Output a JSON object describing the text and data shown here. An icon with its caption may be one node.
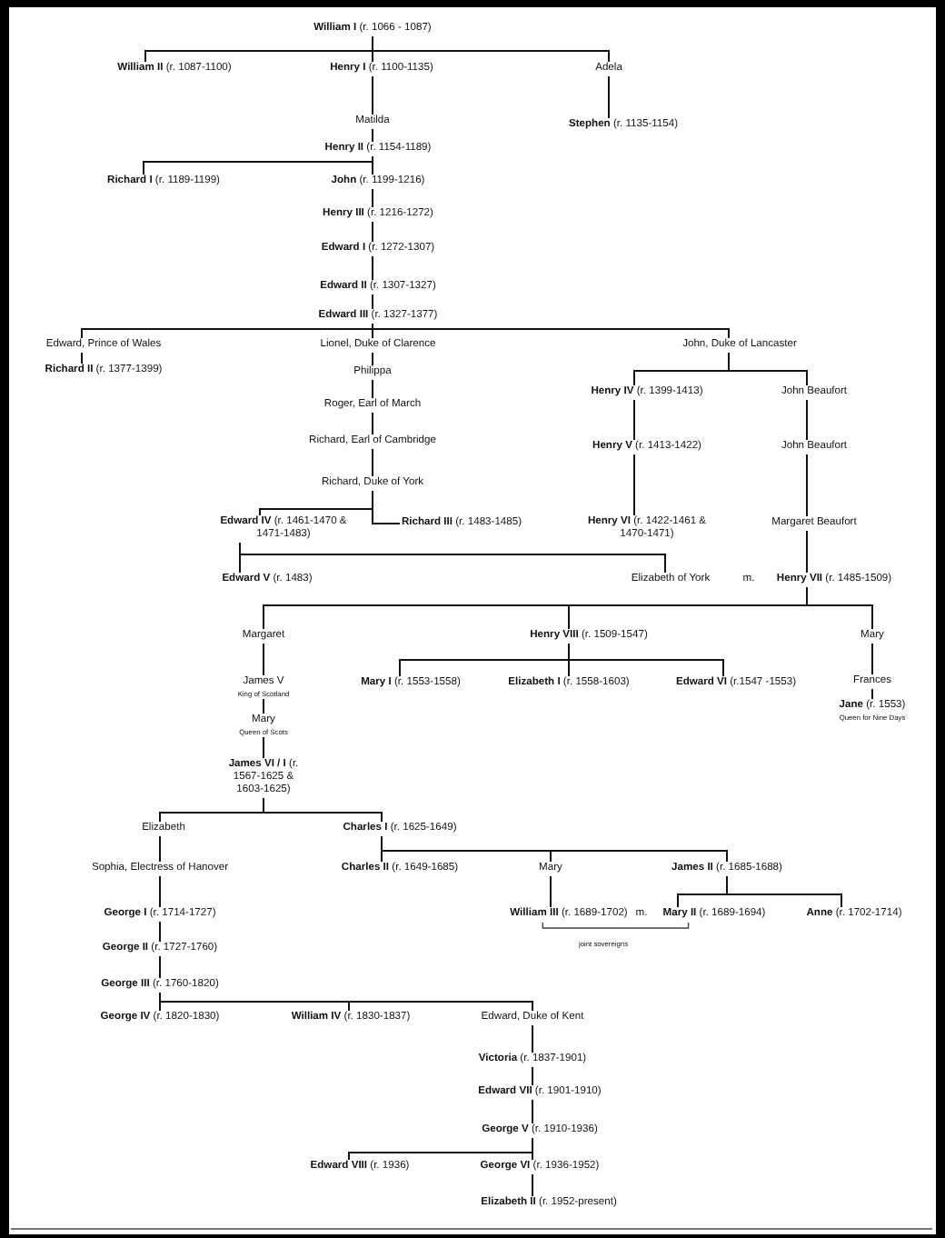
{
  "diagram": {
    "nodes": [
      {
        "text": [
          "**William I** (r. 1066 - 1087)"
        ]
      },
      {
        "text": [
          "**William II** (r. 1087-1100)"
        ]
      },
      {
        "text": [
          "**Henry I** (r. 1100-1135)"
        ]
      },
      {
        "text": [
          "Adela"
        ]
      },
      {
        "text": [
          "Matilda"
        ]
      },
      {
        "text": [
          "**Stephen** (r. 1135-1154)"
        ]
      },
      {
        "text": [
          "**Henry II** (r. 1154-1189)"
        ]
      },
      {
        "text": [
          "**Richard I** (r. 1189-1199)"
        ]
      },
      {
        "text": [
          "**John** (r. 1199-1216)"
        ]
      },
      {
        "text": [
          "**Henry III** (r. 1216-1272)"
        ]
      },
      {
        "text": [
          "**Edward I** (r. 1272-1307)"
        ]
      },
      {
        "text": [
          "**Edward II** (r. 1307-1327)"
        ]
      },
      {
        "text": [
          "**Edward III** (r. 1327-1377)"
        ]
      },
      {
        "text": [
          "Edward, Prince of Wales"
        ]
      },
      {
        "text": [
          "**Richard II** (r. 1377-1399)"
        ]
      },
      {
        "text": [
          "Lionel, Duke of Clarence"
        ]
      },
      {
        "text": [
          "John, Duke of Lancaster"
        ]
      },
      {
        "text": [
          "Philippa"
        ]
      },
      {
        "text": [
          "**Henry IV** (r. 1399-1413)"
        ]
      },
      {
        "text": [
          "John Beaufort"
        ]
      },
      {
        "text": [
          "Roger, Earl of March"
        ]
      },
      {
        "text": [
          "Richard, Earl of Cambridge"
        ]
      },
      {
        "text": [
          "**Henry V** (r. 1413-1422)"
        ]
      },
      {
        "text": [
          "John Beaufort"
        ]
      },
      {
        "text": [
          "Richard, Duke of York"
        ]
      },
      {
        "text": [
          "**Edward IV** (r. 1461-1470 & 1471-1483)"
        ]
      },
      {
        "text": [
          "**Richard III** (r. 1483-1485)"
        ]
      },
      {
        "text": [
          "**Henry VI** (r. 1422-1461 & 1470-1471)"
        ]
      },
      {
        "text": [
          "Margaret Beaufort"
        ]
      },
      {
        "text": [
          "**Edward V** (r. 1483)"
        ]
      },
      {
        "text": [
          "Elizabeth of York"
        ]
      },
      {
        "text": [
          "**Henry VII** (r. 1485-1509)"
        ]
      },
      {
        "text": [
          "Margaret"
        ]
      },
      {
        "text": [
          "**Henry VIII** (r. 1509-1547)"
        ]
      },
      {
        "text": [
          "Mary"
        ]
      },
      {
        "text": [
          "James V",
          "King of Scotland"
        ]
      },
      {
        "text": [
          "**Mary I** (r. 1553-1558)"
        ]
      },
      {
        "text": [
          "**Elizabeth I** (r. 1558-1603)"
        ]
      },
      {
        "text": [
          "**Edward VI** (r.1547 -1553)"
        ]
      },
      {
        "text": [
          "Frances"
        ]
      },
      {
        "text": [
          "**Jane** (r. 1553)",
          "Queen for Nine Days"
        ]
      },
      {
        "text": [
          "Mary",
          "Queen of Scots"
        ]
      },
      {
        "text": [
          "**James VI / I** (r. 1567-1625 & 1603-1625)"
        ]
      },
      {
        "text": [
          "Elizabeth"
        ]
      },
      {
        "text": [
          "**Charles I** (r. 1625-1649)"
        ]
      },
      {
        "text": [
          "Sophia, Electress of Hanover"
        ]
      },
      {
        "text": [
          "**Charles II** (r. 1649-1685)"
        ]
      },
      {
        "text": [
          "Mary"
        ]
      },
      {
        "text": [
          "**James II** (r. 1685-1688)"
        ]
      },
      {
        "text": [
          "**George I** (r. 1714-1727)"
        ]
      },
      {
        "text": [
          "**William III** (r. 1689-1702)"
        ]
      },
      {
        "text": [
          "**Mary II** (r. 1689-1694)"
        ]
      },
      {
        "text": [
          "**Anne** (r. 1702-1714)"
        ]
      },
      {
        "text": [
          "**George II** (r. 1727-1760)"
        ]
      },
      {
        "text": [
          "**George III** (r. 1760-1820)"
        ]
      },
      {
        "text": [
          "**George IV** (r. 1820-1830)"
        ]
      },
      {
        "text": [
          "**William IV** (r. 1830-1837)"
        ]
      },
      {
        "text": [
          "Edward, Duke of Kent"
        ]
      },
      {
        "text": [
          "**Victoria** (r. 1837-1901)"
        ]
      },
      {
        "text": [
          "**Edward VII** (r. 1901-1910)"
        ]
      },
      {
        "text": [
          "**George V** (r. 1910-1936)"
        ]
      },
      {
        "text": [
          "**Edward VIII** (r. 1936)"
        ]
      },
      {
        "text": [
          "**George VI** (r. 1936-1952)"
        ]
      },
      {
        "text": [
          "**Elizabeth II** (r. 1952-present)"
        ]
      }
    ],
    "edges": [
      {
        "from": 0,
        "to": 1,
        "arrow": "none"
      },
      {
        "from": 0,
        "to": 2,
        "arrow": "none"
      },
      {
        "from": 0,
        "to": 3,
        "arrow": "none"
      },
      {
        "from": 2,
        "to": 4,
        "arrow": "none"
      },
      {
        "from": 3,
        "to": 5,
        "arrow": "none"
      },
      {
        "from": 4,
        "to": 6,
        "arrow": "none"
      },
      {
        "from": 6,
        "to": 7,
        "arrow": "none"
      },
      {
        "from": 6,
        "to": 8,
        "arrow": "none"
      },
      {
        "from": 8,
        "to": 9,
        "arrow": "none"
      },
      {
        "from": 9,
        "to": 10,
        "arrow": "none"
      },
      {
        "from": 10,
        "to": 11,
        "arrow": "none"
      },
      {
        "from": 11,
        "to": 12,
        "arrow": "none"
      },
      {
        "from": 12,
        "to": 13,
        "arrow": "none"
      },
      {
        "from": 12,
        "to": 15,
        "arrow": "none"
      },
      {
        "from": 12,
        "to": 16,
        "arrow": "none"
      },
      {
        "from": 13,
        "to": 14,
        "arrow": "none"
      },
      {
        "from": 15,
        "to": 17,
        "arrow": "none"
      },
      {
        "from": 17,
        "to": 20,
        "arrow": "none"
      },
      {
        "from": 20,
        "to": 21,
        "arrow": "none"
      },
      {
        "from": 21,
        "to": 24,
        "arrow": "none"
      },
      {
        "from": 24,
        "to": 25,
        "arrow": "none"
      },
      {
        "from": 24,
        "to": 26,
        "arrow": "none"
      },
      {
        "from": 16,
        "to": 18,
        "arrow": "none"
      },
      {
        "from": 16,
        "to": 19,
        "arrow": "none"
      },
      {
        "from": 18,
        "to": 22,
        "arrow": "none"
      },
      {
        "from": 22,
        "to": 27,
        "arrow": "none"
      },
      {
        "from": 19,
        "to": 23,
        "arrow": "none"
      },
      {
        "from": 23,
        "to": 28,
        "arrow": "none"
      },
      {
        "from": 28,
        "to": 31,
        "arrow": "none"
      },
      {
        "from": 25,
        "to": 29,
        "arrow": "none"
      },
      {
        "from": 25,
        "to": 30,
        "arrow": "none"
      },
      {
        "from": 31,
        "to": 32,
        "arrow": "none"
      },
      {
        "from": 31,
        "to": 33,
        "arrow": "none"
      },
      {
        "from": 31,
        "to": 34,
        "arrow": "none"
      },
      {
        "from": 32,
        "to": 35,
        "arrow": "none"
      },
      {
        "from": 35,
        "to": 41,
        "arrow": "none"
      },
      {
        "from": 41,
        "to": 42,
        "arrow": "none"
      },
      {
        "from": 33,
        "to": 36,
        "arrow": "none"
      },
      {
        "from": 33,
        "to": 37,
        "arrow": "none"
      },
      {
        "from": 33,
        "to": 38,
        "arrow": "none"
      },
      {
        "from": 34,
        "to": 39,
        "arrow": "none"
      },
      {
        "from": 39,
        "to": 40,
        "arrow": "none"
      },
      {
        "from": 42,
        "to": 43,
        "arrow": "none"
      },
      {
        "from": 42,
        "to": 44,
        "arrow": "none"
      },
      {
        "from": 43,
        "to": 45,
        "arrow": "none"
      },
      {
        "from": 45,
        "to": 49,
        "arrow": "none"
      },
      {
        "from": 44,
        "to": 46,
        "arrow": "none"
      },
      {
        "from": 44,
        "to": 47,
        "arrow": "none"
      },
      {
        "from": 44,
        "to": 48,
        "arrow": "none"
      },
      {
        "from": 47,
        "to": 50,
        "arrow": "none"
      },
      {
        "from": 48,
        "to": 51,
        "arrow": "none"
      },
      {
        "from": 48,
        "to": 52,
        "arrow": "none"
      },
      {
        "from": 49,
        "to": 53,
        "arrow": "none"
      },
      {
        "from": 53,
        "to": 54,
        "arrow": "none"
      },
      {
        "from": 54,
        "to": 55,
        "arrow": "none"
      },
      {
        "from": 54,
        "to": 56,
        "arrow": "none"
      },
      {
        "from": 54,
        "to": 57,
        "arrow": "none"
      },
      {
        "from": 57,
        "to": 58,
        "arrow": "none"
      },
      {
        "from": 58,
        "to": 59,
        "arrow": "none"
      },
      {
        "from": 59,
        "to": 60,
        "arrow": "none"
      },
      {
        "from": 60,
        "to": 61,
        "arrow": "none"
      },
      {
        "from": 60,
        "to": 62,
        "arrow": "none"
      },
      {
        "from": 62,
        "to": 63,
        "arrow": "none"
      }
    ],
    "labels": [
      "m.",
      "m.",
      "joint sovereigns"
    ]
  }
}
